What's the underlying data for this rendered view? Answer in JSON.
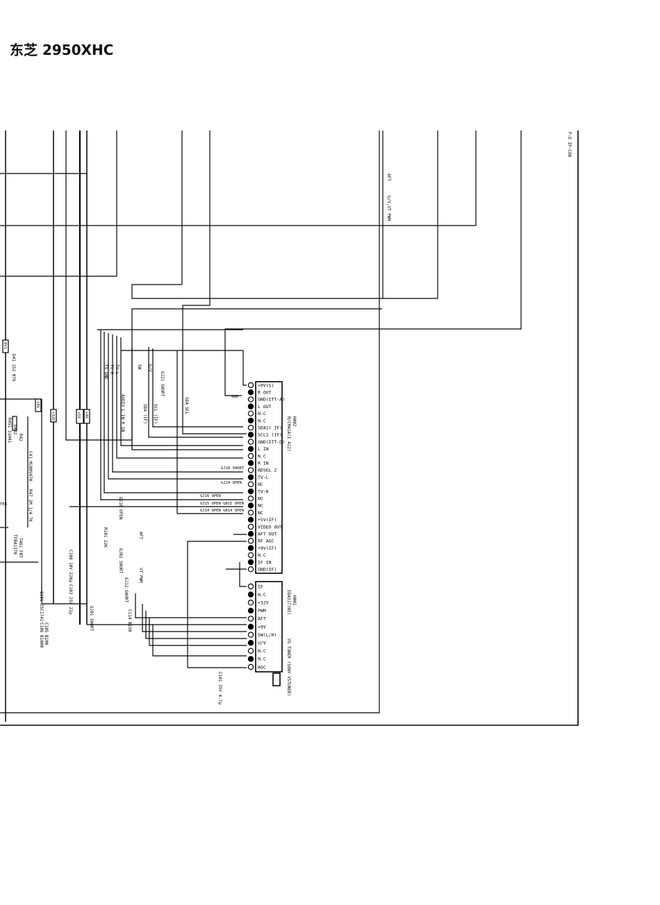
{
  "title": "东芝 2950XHC",
  "connector": {
    "label": "P-D IP-CON"
  },
  "module_h002": {
    "ref": "H002",
    "part": "M/CM41A(I A12)",
    "pins": [
      "+9V(S)",
      "R OUT",
      "GND(ITT-A)",
      "L OUT",
      "N.C",
      "N.C",
      "SDA1( IF)",
      "SCL1 (IF)",
      "GND(ITT-D)",
      "L IN",
      "N.C",
      "R IN",
      "ADSEL 2",
      "TV-L",
      "NC",
      "TV-R",
      "NC",
      "NC",
      "NC",
      "+5V(IF)",
      "VIDEO OUT",
      "AFT OUT",
      "RF AGC",
      "+9V(IF)",
      "N.C",
      "IF IN",
      "GND(IF)"
    ]
  },
  "module_h001": {
    "ref": "H001",
    "part": "EDA317(N3)",
    "tuner_label": "VS TUNER (SONY VSTUNER)",
    "pins": [
      "IF",
      "N.C",
      "+32V",
      "PWM",
      "AFT",
      "+9V",
      "SW(L/H)",
      "U/V",
      "N.C",
      "N.C",
      "AGC"
    ]
  },
  "wire_labels": {
    "aft": "AFT",
    "uvt_pwm": "U/V,VT PWM",
    "sda_scl": "SDA SCL",
    "scl": "SCL (IF)",
    "sda": "SDA (IF)",
    "audio_in": "AUDIO L IN R IN",
    "tv_l": "TV L",
    "tv_r": "TV R",
    "tv_gnd": "TV GND",
    "sw": "SW",
    "uv": "U/V",
    "aft2": "AFT",
    "vt_pwm": "VT PWM",
    "gnd": "GND"
  },
  "jumpers": [
    "GJ18 SHORT",
    "GJ24 OPEN",
    "GJ16 OPEN",
    "GJ15 OPEN GB15 OPEN",
    "GJ14 OPEN GB14 OPEN",
    "GJ21 SHORT",
    "GJ10 OPEN",
    "GJ02 SHORT",
    "GJ12 SHORT",
    "GJ01 SHORT"
  ],
  "components": [
    "C108 10V 220μ",
    "C103 25V 22μ",
    "C105 B100",
    "C106 B1000",
    "C114 B150",
    "C101 35V 4.7μ",
    "R101 22K",
    "Q101 2SC1741",
    "D41 1S2 076",
    "C41 M100V470",
    "R47 1M 1/4 7K",
    "T461 FBT",
    "TFB41370",
    "R42",
    "D402",
    "R451 31H41"
  ],
  "net_flags": [
    "8V1",
    "+9V",
    "+32V",
    "+5V",
    "+9V"
  ],
  "left_labels": [
    "TER"
  ]
}
